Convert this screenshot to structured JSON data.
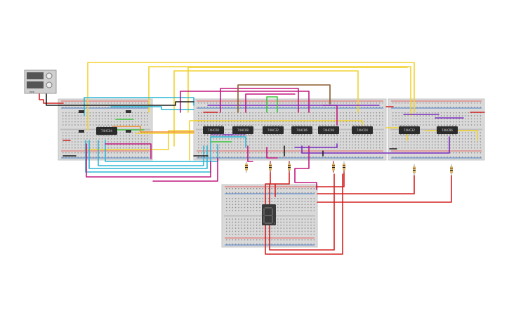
{
  "ui": {
    "colors": {
      "background": "#ffffff",
      "breadboard": "#d9d9d9",
      "breadboard_edge": "#c4c4c4",
      "hole": "#8c8c8c",
      "rail_red": "#e53935",
      "rail_blue": "#1e63c6",
      "chip_body": "#2b2b2b",
      "chip_text": "#d7d7d7",
      "wire_yellow": "#f2d22e",
      "wire_cyan": "#2bb7d6",
      "wire_magenta": "#c2187e",
      "wire_purple": "#7b2cbf",
      "wire_red": "#d32020",
      "wire_black": "#1c1c1c",
      "wire_green": "#3cc43c",
      "wire_brown": "#8a5a2b",
      "wire_orange": "#f08a24"
    },
    "icons": {
      "power_supply": "power-supply-icon",
      "seven_segment": "seven-segment-display-icon",
      "resistor": "resistor-icon",
      "chip": "ic-chip-icon"
    }
  },
  "power_supply": {
    "label": "PWR"
  },
  "chips": [
    {
      "label": "74HC04"
    },
    {
      "label": "74HC08"
    },
    {
      "label": "74HC08"
    },
    {
      "label": "74HC32"
    },
    {
      "label": "74HC86"
    },
    {
      "label": "74HC08"
    },
    {
      "label": "74HC04"
    },
    {
      "label": "74HC32"
    },
    {
      "label": "74HC86"
    }
  ],
  "display": {
    "digit": "8."
  }
}
